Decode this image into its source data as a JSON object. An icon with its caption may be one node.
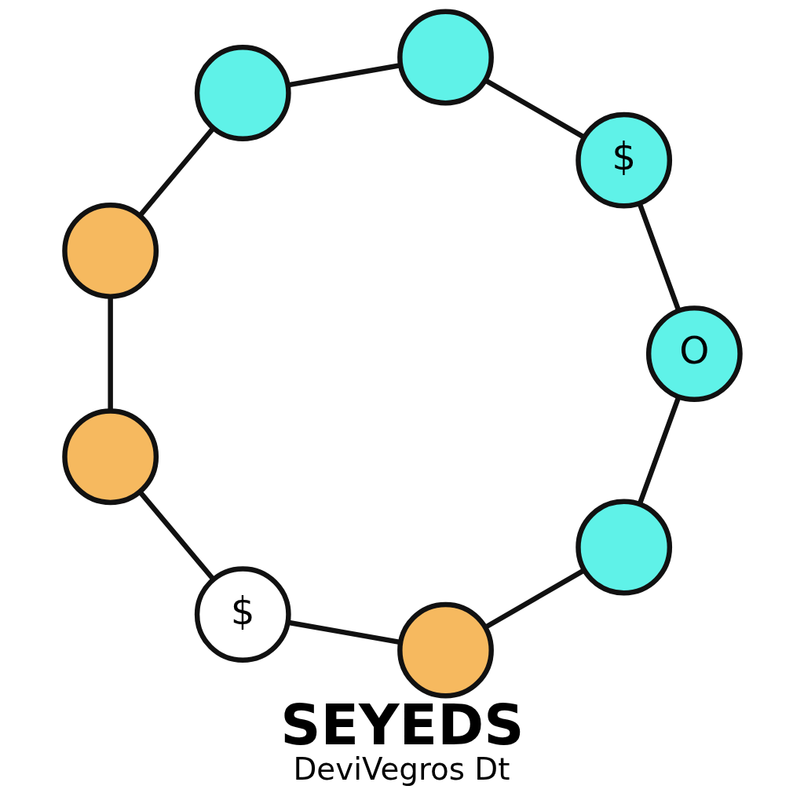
{
  "diagram": {
    "title": "SEYEDS",
    "caption": "DeviVegros Dt",
    "nodes": [
      {
        "text": [],
        "shape": "circle"
      },
      {
        "text": [
          "O"
        ]
      },
      {
        "text": [],
        "shape": "circle"
      },
      {
        "text": [
          "$"
        ]
      },
      {
        "text": [
          "$"
        ]
      },
      {
        "text": [],
        "shape": "circle"
      },
      {
        "text": [],
        "shape": "circle"
      },
      {
        "text": [],
        "shape": "circle"
      },
      {
        "text": [],
        "shape": "circle"
      }
    ],
    "edges": [
      {
        "from": 0,
        "to": 2,
        "arrow": "none"
      },
      {
        "from": 2,
        "to": 4,
        "arrow": "none"
      },
      {
        "from": 4,
        "to": 6,
        "arrow": "none"
      },
      {
        "from": 6,
        "to": 8,
        "arrow": "none"
      },
      {
        "from": 8,
        "to": 7,
        "arrow": "none"
      },
      {
        "from": 7,
        "to": 5,
        "arrow": "none"
      },
      {
        "from": 5,
        "to": 3,
        "arrow": "none"
      },
      {
        "from": 3,
        "to": 1,
        "arrow": "none"
      },
      {
        "from": 1,
        "to": 0,
        "arrow": "none"
      }
    ]
  }
}
